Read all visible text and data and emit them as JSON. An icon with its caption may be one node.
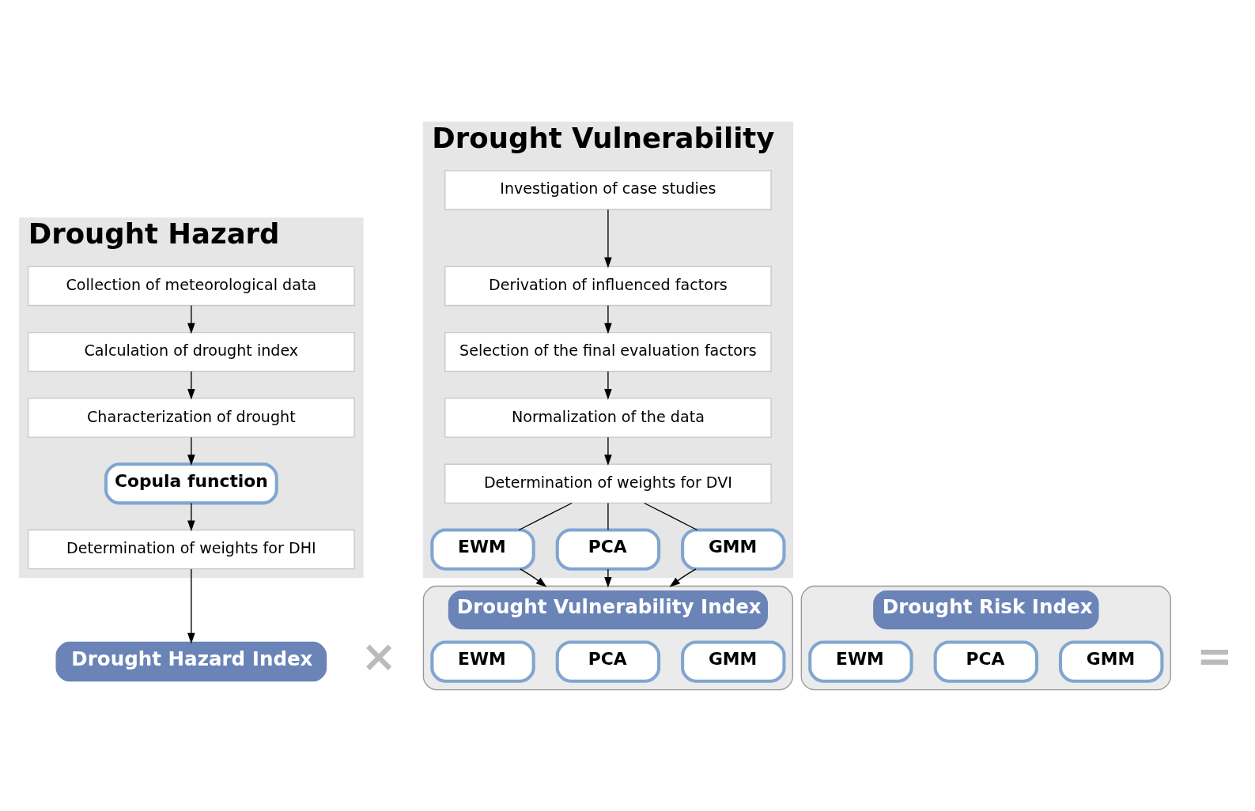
{
  "diagram": {
    "nodes": [
      {
        "text": [
          "Drought Hazard"
        ]
      },
      {
        "text": [
          "Collection of meteorological data"
        ],
        "in": 0
      },
      {
        "text": [
          "Calculation of drought index"
        ],
        "in": 0
      },
      {
        "text": [
          "Characterization of drought"
        ],
        "in": 0
      },
      {
        "text": [
          "Copula function"
        ],
        "in": 0
      },
      {
        "text": [
          "Determination of weights for DHI"
        ],
        "in": 0
      },
      {
        "text": [
          "Drought Vulnerability"
        ]
      },
      {
        "text": [
          "Investigation of case studies"
        ],
        "in": 6
      },
      {
        "text": [
          "Derivation of influenced factors"
        ],
        "in": 6
      },
      {
        "text": [
          "Selection of the final evaluation factors"
        ],
        "in": 6
      },
      {
        "text": [
          "Normalization of the data"
        ],
        "in": 6
      },
      {
        "text": [
          "Determination of weights for DVI"
        ],
        "in": 6
      },
      {
        "text": [
          "EWM"
        ],
        "in": 6
      },
      {
        "text": [
          "PCA"
        ],
        "in": 6
      },
      {
        "text": [
          "GMM"
        ],
        "in": 6
      },
      {
        "text": [
          "Drought Hazard Index"
        ]
      },
      {
        "text": [
          "Drought Vulnerability Index"
        ]
      },
      {
        "text": [
          "EWM"
        ],
        "in": 16
      },
      {
        "text": [
          "PCA"
        ],
        "in": 16
      },
      {
        "text": [
          "GMM"
        ],
        "in": 16
      },
      {
        "text": [
          "Drought Risk Index"
        ]
      },
      {
        "text": [
          "EWM"
        ],
        "in": 20
      },
      {
        "text": [
          "PCA"
        ],
        "in": 20
      },
      {
        "text": [
          "GMM"
        ],
        "in": 20
      }
    ],
    "edges": [
      {
        "from": 1,
        "to": 2,
        "arrow": "to"
      },
      {
        "from": 2,
        "to": 3,
        "arrow": "to"
      },
      {
        "from": 3,
        "to": 4,
        "arrow": "to"
      },
      {
        "from": 4,
        "to": 5,
        "arrow": "to"
      },
      {
        "from": 7,
        "to": 8,
        "arrow": "to"
      },
      {
        "from": 8,
        "to": 9,
        "arrow": "to"
      },
      {
        "from": 9,
        "to": 10,
        "arrow": "to"
      },
      {
        "from": 10,
        "to": 11,
        "arrow": "to"
      },
      {
        "from": 11,
        "to": 12,
        "arrow": "none"
      },
      {
        "from": 11,
        "to": 13,
        "arrow": "none"
      },
      {
        "from": 11,
        "to": 14,
        "arrow": "none"
      },
      {
        "from": 5,
        "to": 15,
        "arrow": "to"
      },
      {
        "from": 12,
        "to": 16,
        "arrow": "to"
      },
      {
        "from": 13,
        "to": 16,
        "arrow": "to"
      },
      {
        "from": 14,
        "to": 16,
        "arrow": "to"
      }
    ],
    "labels": [
      "×",
      "="
    ]
  }
}
